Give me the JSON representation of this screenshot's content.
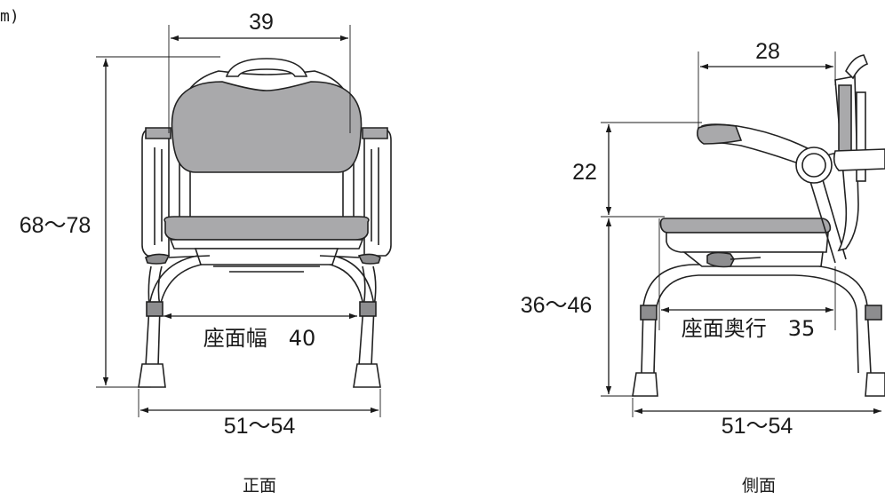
{
  "unit_label": "m)",
  "front": {
    "width_top": "39",
    "height_total": "68〜78",
    "seat_width": "座面幅　40",
    "base_width": "51〜54",
    "caption": "正面"
  },
  "side": {
    "armrest_depth": "28",
    "arm_height": "22",
    "seat_height": "36〜46",
    "seat_depth": "座面奥行　35",
    "base_width": "51〜54",
    "caption": "側面"
  },
  "colors": {
    "line": "#1a1a1a",
    "pad": "#a9a9ab",
    "pad_dark": "#8d8d8f"
  }
}
